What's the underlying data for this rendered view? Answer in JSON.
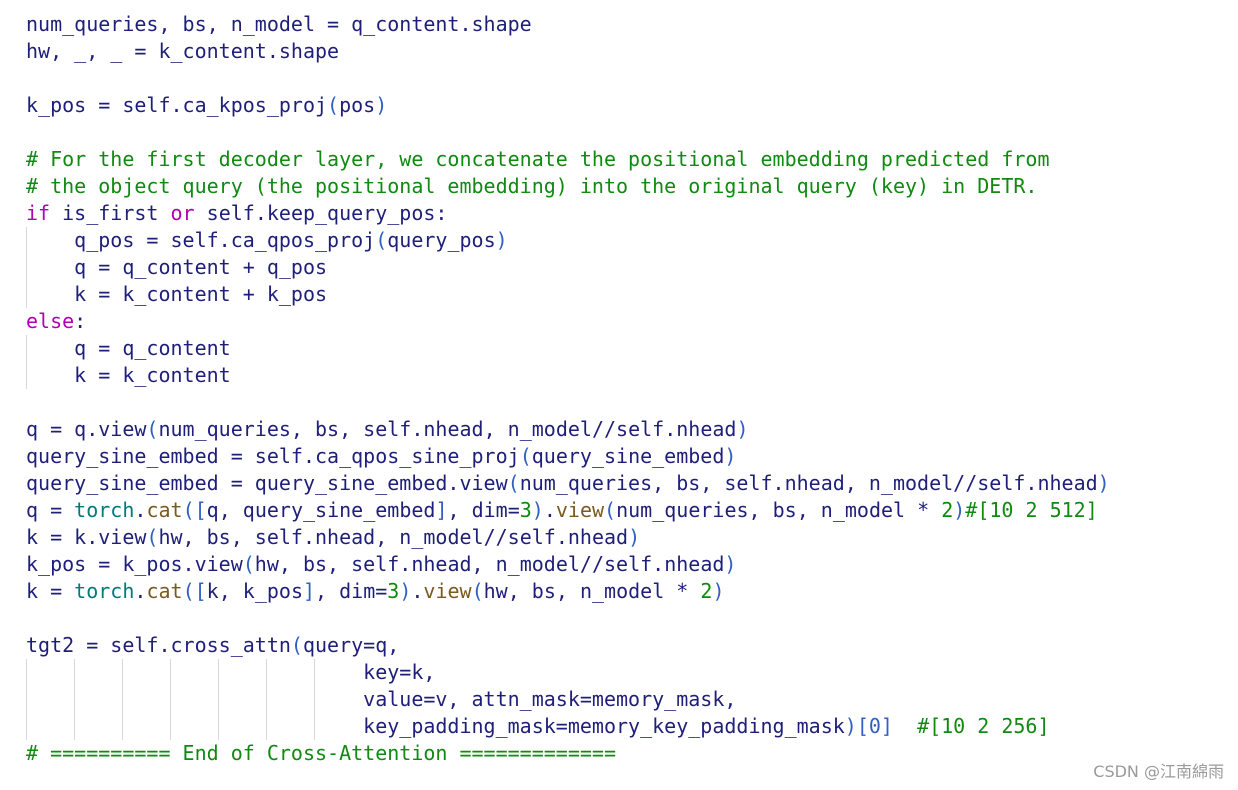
{
  "colors": {
    "background": "#ffffff",
    "identifier": "#1f1f7a",
    "keyword": "#b000b0",
    "builtin_function": "#007a7a",
    "method": "#7a5a1e",
    "paren": "#3060c0",
    "number": "#0b8a0b",
    "comment": "#108a10",
    "indent_guide": "#d8d8d8",
    "watermark": "#9a9a9a"
  },
  "code_lines": [
    {
      "guides": [],
      "tokens": [
        [
          "plain",
          "num_queries, bs, n_model = q_content.shape"
        ]
      ]
    },
    {
      "guides": [],
      "tokens": [
        [
          "plain",
          "hw, _, _ = k_content.shape"
        ]
      ]
    },
    {
      "guides": [],
      "tokens": []
    },
    {
      "guides": [],
      "tokens": [
        [
          "plain",
          "k_pos = self.ca_kpos_proj"
        ],
        [
          "paren",
          "("
        ],
        [
          "plain",
          "pos"
        ],
        [
          "paren",
          ")"
        ]
      ]
    },
    {
      "guides": [],
      "tokens": []
    },
    {
      "guides": [],
      "tokens": [
        [
          "comment",
          "# For the first decoder layer, we concatenate the positional embedding predicted from"
        ]
      ]
    },
    {
      "guides": [],
      "tokens": [
        [
          "comment",
          "# the object query (the positional embedding) into the original query (key) in DETR."
        ]
      ]
    },
    {
      "guides": [],
      "tokens": [
        [
          "kw",
          "if"
        ],
        [
          "plain",
          " is_first "
        ],
        [
          "kw",
          "or"
        ],
        [
          "plain",
          " self.keep_query_pos:"
        ]
      ]
    },
    {
      "guides": [
        0
      ],
      "tokens": [
        [
          "plain",
          "    q_pos = self.ca_qpos_proj"
        ],
        [
          "paren",
          "("
        ],
        [
          "plain",
          "query_pos"
        ],
        [
          "paren",
          ")"
        ]
      ]
    },
    {
      "guides": [
        0
      ],
      "tokens": [
        [
          "plain",
          "    q = q_content + q_pos"
        ]
      ]
    },
    {
      "guides": [
        0
      ],
      "tokens": [
        [
          "plain",
          "    k = k_content + k_pos"
        ]
      ]
    },
    {
      "guides": [],
      "tokens": [
        [
          "kw",
          "else"
        ],
        [
          "plain",
          ":"
        ]
      ]
    },
    {
      "guides": [
        0
      ],
      "tokens": [
        [
          "plain",
          "    q = q_content"
        ]
      ]
    },
    {
      "guides": [
        0
      ],
      "tokens": [
        [
          "plain",
          "    k = k_content"
        ]
      ]
    },
    {
      "guides": [],
      "tokens": []
    },
    {
      "guides": [],
      "tokens": [
        [
          "plain",
          "q = q.view"
        ],
        [
          "paren",
          "("
        ],
        [
          "plain",
          "num_queries, bs, self.nhead, n_model//self.nhead"
        ],
        [
          "paren",
          ")"
        ]
      ]
    },
    {
      "guides": [],
      "tokens": [
        [
          "plain",
          "query_sine_embed = self.ca_qpos_sine_proj"
        ],
        [
          "paren",
          "("
        ],
        [
          "plain",
          "query_sine_embed"
        ],
        [
          "paren",
          ")"
        ]
      ]
    },
    {
      "guides": [],
      "tokens": [
        [
          "plain",
          "query_sine_embed = query_sine_embed.view"
        ],
        [
          "paren",
          "("
        ],
        [
          "plain",
          "num_queries, bs, self.nhead, n_model//self.nhead"
        ],
        [
          "paren",
          ")"
        ]
      ]
    },
    {
      "guides": [],
      "tokens": [
        [
          "plain",
          "q = "
        ],
        [
          "fn",
          "torch"
        ],
        [
          "plain",
          "."
        ],
        [
          "method",
          "cat"
        ],
        [
          "paren",
          "(["
        ],
        [
          "plain",
          "q, query_sine_embed"
        ],
        [
          "paren",
          "]"
        ],
        [
          "plain",
          ", dim="
        ],
        [
          "num",
          "3"
        ],
        [
          "paren",
          ")"
        ],
        [
          "plain",
          "."
        ],
        [
          "method",
          "view"
        ],
        [
          "paren",
          "("
        ],
        [
          "plain",
          "num_queries, bs, n_model * "
        ],
        [
          "num",
          "2"
        ],
        [
          "paren",
          ")"
        ],
        [
          "comment",
          "#[10 2 512]"
        ]
      ]
    },
    {
      "guides": [],
      "tokens": [
        [
          "plain",
          "k = k.view"
        ],
        [
          "paren",
          "("
        ],
        [
          "plain",
          "hw, bs, self.nhead, n_model//self.nhead"
        ],
        [
          "paren",
          ")"
        ]
      ]
    },
    {
      "guides": [],
      "tokens": [
        [
          "plain",
          "k_pos = k_pos.view"
        ],
        [
          "paren",
          "("
        ],
        [
          "plain",
          "hw, bs, self.nhead, n_model//self.nhead"
        ],
        [
          "paren",
          ")"
        ]
      ]
    },
    {
      "guides": [],
      "tokens": [
        [
          "plain",
          "k = "
        ],
        [
          "fn",
          "torch"
        ],
        [
          "plain",
          "."
        ],
        [
          "method",
          "cat"
        ],
        [
          "paren",
          "(["
        ],
        [
          "plain",
          "k, k_pos"
        ],
        [
          "paren",
          "]"
        ],
        [
          "plain",
          ", dim="
        ],
        [
          "num",
          "3"
        ],
        [
          "paren",
          ")"
        ],
        [
          "plain",
          "."
        ],
        [
          "method",
          "view"
        ],
        [
          "paren",
          "("
        ],
        [
          "plain",
          "hw, bs, n_model * "
        ],
        [
          "num",
          "2"
        ],
        [
          "paren",
          ")"
        ]
      ]
    },
    {
      "guides": [],
      "tokens": []
    },
    {
      "guides": [],
      "tokens": [
        [
          "plain",
          "tgt2 = self.cross_attn"
        ],
        [
          "paren",
          "("
        ],
        [
          "plain",
          "query=q,"
        ]
      ]
    },
    {
      "guides": [
        0,
        1,
        2,
        3,
        4,
        5,
        6
      ],
      "tokens": [
        [
          "plain",
          "                            key=k,"
        ]
      ]
    },
    {
      "guides": [
        0,
        1,
        2,
        3,
        4,
        5,
        6
      ],
      "tokens": [
        [
          "plain",
          "                            value=v, attn_mask=memory_mask,"
        ]
      ]
    },
    {
      "guides": [
        0,
        1,
        2,
        3,
        4,
        5,
        6
      ],
      "tokens": [
        [
          "plain",
          "                            key_padding_mask=memory_key_padding_mask"
        ],
        [
          "paren",
          ")[0]"
        ],
        [
          "plain",
          "  "
        ],
        [
          "comment",
          "#[10 2 256]"
        ]
      ]
    },
    {
      "guides": [],
      "tokens": [
        [
          "comment",
          "# ========== End of Cross-Attention ============="
        ]
      ]
    }
  ],
  "watermark": "CSDN @江南綿雨"
}
